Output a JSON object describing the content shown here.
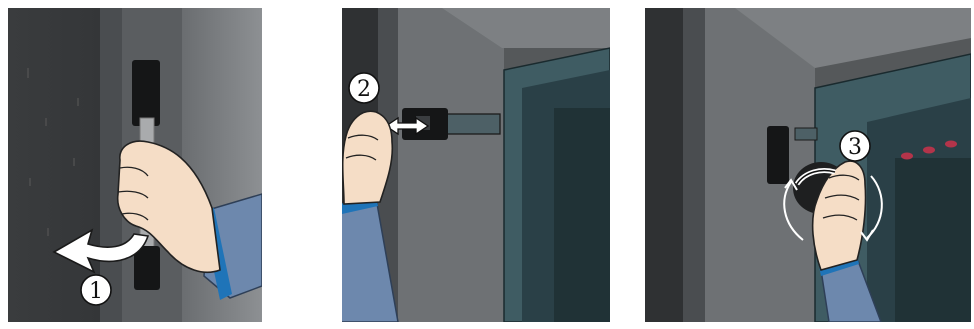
{
  "steps": [
    {
      "number": "1",
      "action": "pull-handle-out"
    },
    {
      "number": "2",
      "action": "slide-latch"
    },
    {
      "number": "3",
      "action": "rotate-knob"
    }
  ],
  "colors": {
    "cabinet_dark": "#2f3133",
    "cabinet_mid": "#55585a",
    "cabinet_light": "#8a8c8e",
    "panel_teal": "#3f5c63",
    "panel_teal_dark": "#2a4047",
    "sleeve": "#6d88ad",
    "cuff": "#1f74b8",
    "skin": "#f5ddc6",
    "skin_shadow": "#d9b89c",
    "indicator_red": "#b3344a"
  },
  "icons": [
    "curved-arrow-icon",
    "double-arrow-icon",
    "rotation-arrows-icon"
  ]
}
